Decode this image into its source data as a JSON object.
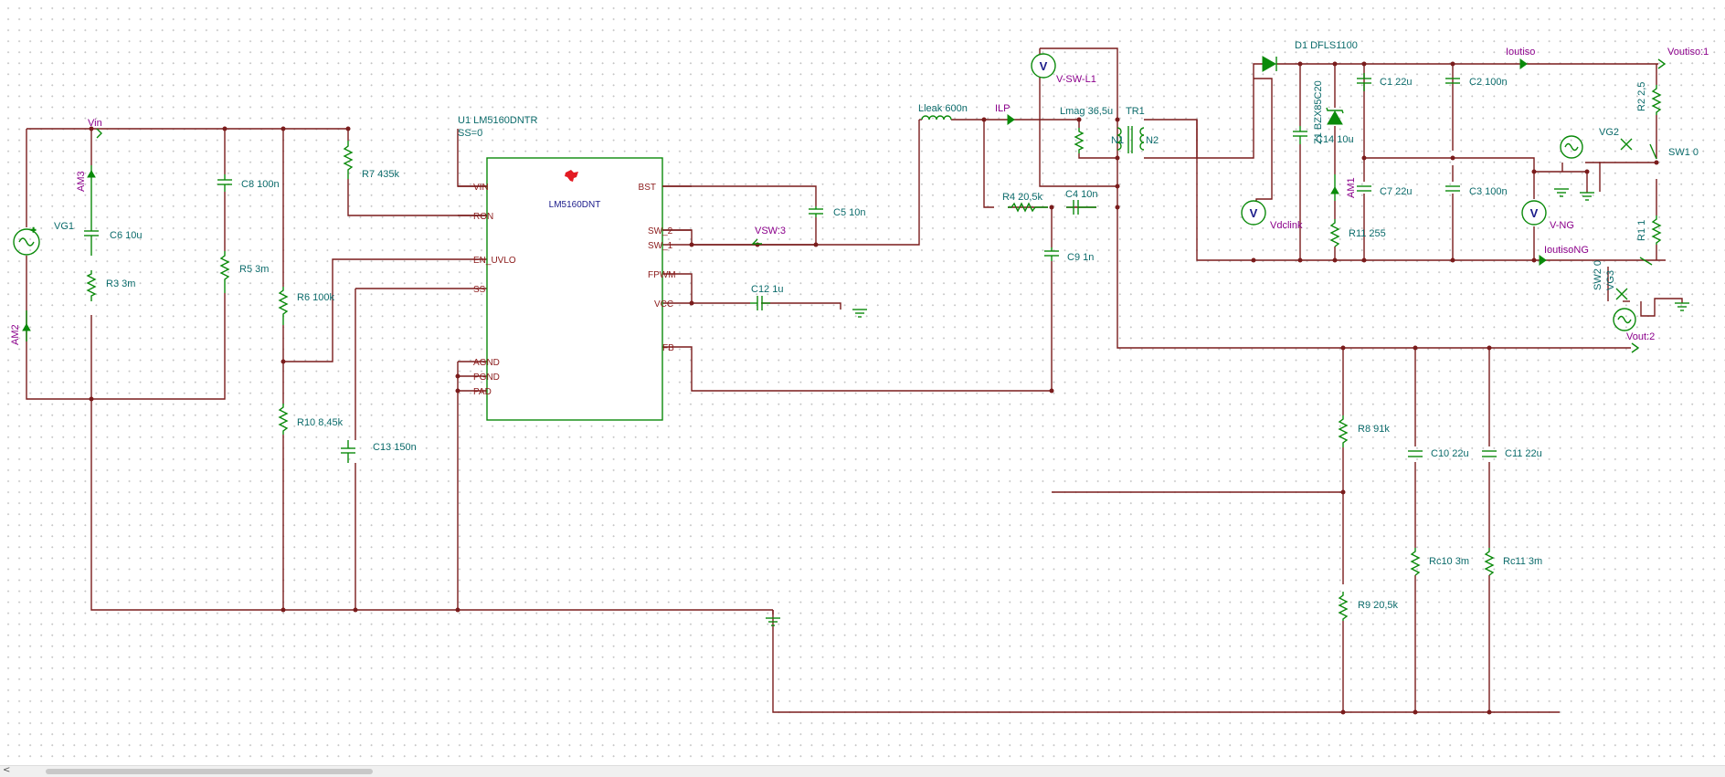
{
  "labels": {
    "u1_ref": "U1  LM5160DNTR",
    "u1_ss": "SS=0",
    "u1_chip": "LM5160DNT",
    "vg1": "VG1",
    "c6": "C6 10u",
    "r3": "R3 3m",
    "c8": "C8 100n",
    "r5": "R5 3m",
    "r7": "R7 435k",
    "r6": "R6 100k",
    "r10": "R10 8,45k",
    "c13": "C13 150n",
    "c5": "C5 10n",
    "c12": "C12 1u",
    "lleak": "Lleak 600n",
    "lmag": "Lmag 36,5u",
    "tr1": "TR1",
    "n1": "N1",
    "n2": "N2",
    "r4": "R4 20,5k",
    "c4": "C4 10n",
    "c9": "C9 1n",
    "d1": "D1 DFLS1100",
    "z1": "Z1 BZX85C20",
    "c14": "C14 10u",
    "c1": "C1 22u",
    "c2": "C2 100n",
    "c7": "C7 22u",
    "c3": "C3 100n",
    "r11": "R11 255",
    "r2": "R2 2,5",
    "r1": "R1 1",
    "sw1": "SW1 0",
    "vg2": "VG2",
    "sw2": "SW2 0",
    "vg3": "VG3",
    "r8": "R8 91k",
    "r9": "R9 20,5k",
    "c10": "C10 22u",
    "c11": "C11 22u",
    "rc10": "Rc10 3m",
    "rc11": "Rc11 3m"
  },
  "pins": {
    "vin": "VIN",
    "ron": "RON",
    "en_uvlo": "EN_UVLO",
    "ss": "SS",
    "agnd": "AGND",
    "pgnd": "PGND",
    "pad": "PAD",
    "bst": "BST",
    "sw2": "SW_2",
    "sw1": "SW_1",
    "fpwm": "FPWM",
    "vcc": "VCC",
    "fb": "FB"
  },
  "nodes": {
    "vin": "Vin",
    "vsw": "VSW:3",
    "ilp": "ILP",
    "ioutiso": "Ioutiso",
    "voutiso": "Voutiso:1",
    "ioutisong": "IoutisoNG",
    "vout": "Vout:2"
  },
  "ammeters": {
    "am1": "AM1",
    "am2": "AM2",
    "am3": "AM3"
  },
  "voltmeters": [
    {
      "name": "V-SW-L1",
      "symbol": "V"
    },
    {
      "name": "Vdclink",
      "symbol": "V"
    },
    {
      "name": "V-NG",
      "symbol": "V"
    }
  ],
  "scrollbar": {
    "left_arrow": "<"
  },
  "colors": {
    "wire": "#7a1c1c",
    "component": "#0a8a0a",
    "label": "#0b6b6b",
    "node": "#8b008b",
    "logo": "#e31b23"
  }
}
